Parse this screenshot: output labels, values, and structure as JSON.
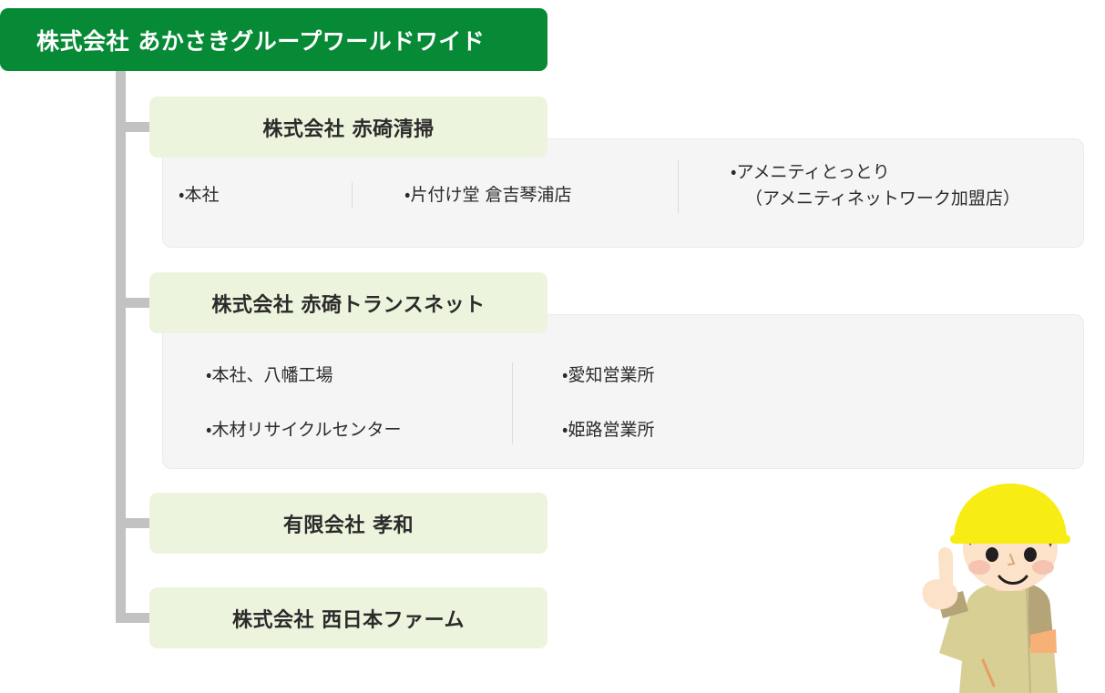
{
  "diagram": {
    "title": "株式会社 あかさきグループワールドワイド",
    "colors": {
      "root_green": "#068a36",
      "branch_green": "#edf4dd",
      "panel_gray": "#f5f5f5",
      "connector_gray": "#c2c2c2",
      "helmet_yellow": "#f7ec13"
    },
    "root": {
      "label": "株式会社 あかさきグループワールドワイド"
    },
    "branches": [
      {
        "label": "株式会社 赤碕清掃",
        "columns": [
          {
            "items": [
              "・本社"
            ]
          },
          {
            "items": [
              "・片付け堂 倉吉琴浦店"
            ]
          },
          {
            "items": [
              "・アメニティとっとり"
            ],
            "sub": "（アメニティネットワーク加盟店）"
          }
        ]
      },
      {
        "label": "株式会社 赤碕トランスネット",
        "columns": [
          {
            "items": [
              "・本社、八幡工場",
              "・木材リサイクルセンター"
            ]
          },
          {
            "items": [
              "・愛知営業所",
              "・姫路営業所"
            ]
          }
        ]
      },
      {
        "label": "有限会社 孝和",
        "columns": []
      },
      {
        "label": "株式会社 西日本ファーム",
        "columns": []
      }
    ],
    "mascot": {
      "name": "construction-worker-mascot"
    }
  }
}
